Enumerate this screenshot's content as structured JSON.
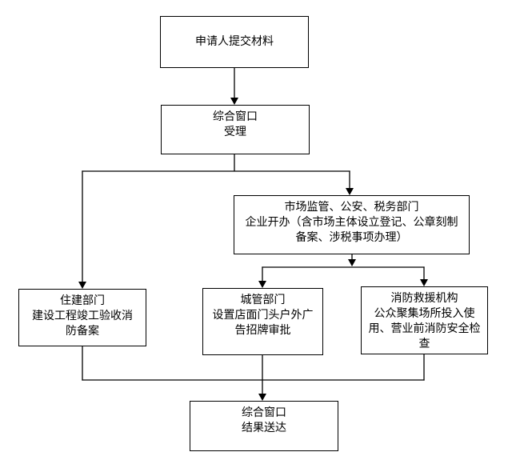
{
  "page": {
    "background_color": "#ffffff",
    "line_color": "#000000",
    "text_color": "#000000"
  },
  "flowchart": {
    "boxes": {
      "submit": {
        "title": "申请人提交材料",
        "body_lines": []
      },
      "accept": {
        "title": "综合窗口",
        "body_lines": [
          "受理"
        ]
      },
      "market": {
        "title": "市场监管、公安、税务部门",
        "body_lines": [
          "企业开办（含市场主体设立登记、公章刻制",
          "备案、涉税事项办理）"
        ]
      },
      "housing": {
        "title": "住建部门",
        "body_lines": [
          "建设工程竣工验收消",
          "防备案"
        ]
      },
      "urban": {
        "title": "城管部门",
        "body_lines": [
          "设置店面门头户外广",
          "告招牌审批"
        ]
      },
      "fire": {
        "title": "消防救援机构",
        "body_lines": [
          "公众聚集场所投入使",
          "用、营业前消防安全检",
          "查"
        ]
      },
      "deliver": {
        "title": "综合窗口",
        "body_lines": [
          "结果送达"
        ]
      }
    }
  }
}
